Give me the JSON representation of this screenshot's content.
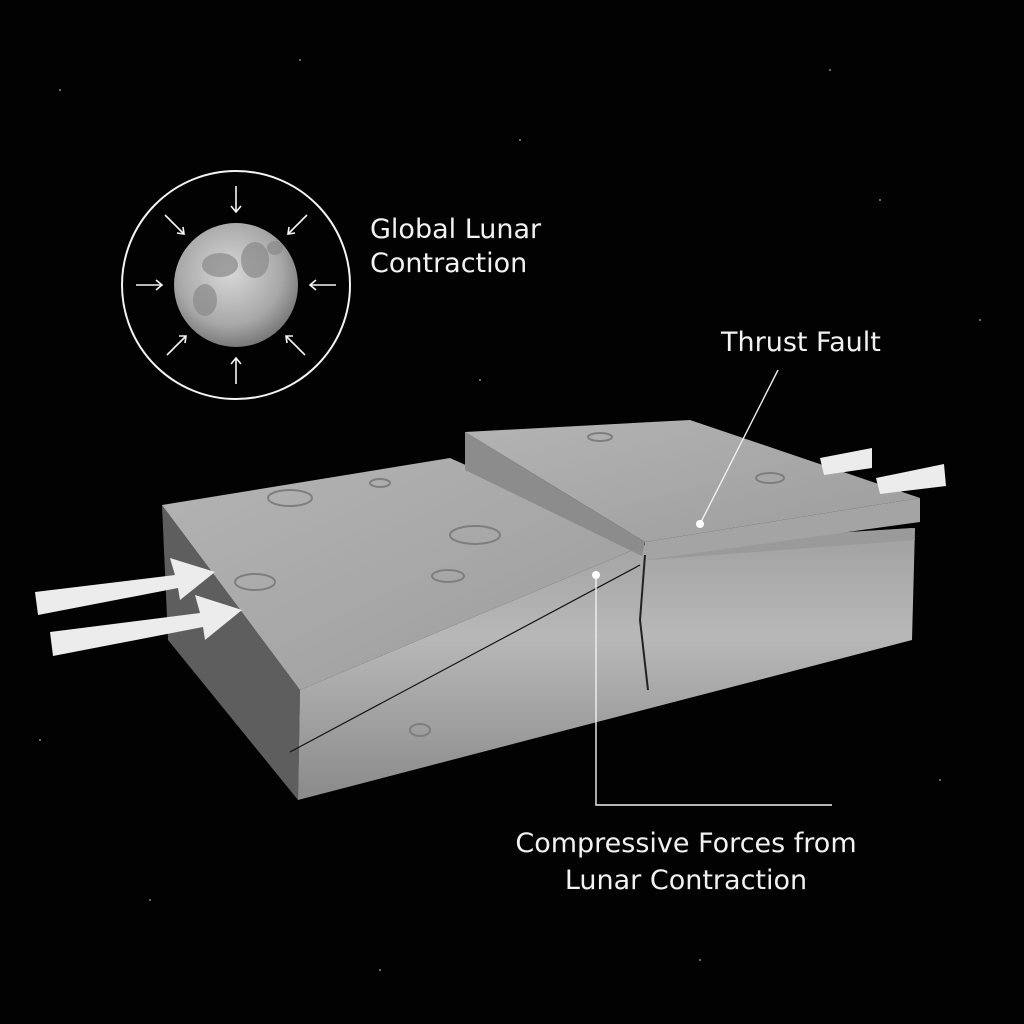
{
  "labels": {
    "global_contraction": [
      "Global Lunar",
      "Contraction"
    ],
    "thrust_fault": "Thrust Fault",
    "compressive_forces": [
      "Compressive Forces from",
      "Lunar Contraction"
    ]
  },
  "colors": {
    "background": "#020202",
    "rock_top": "#a9a9a9",
    "rock_side": "#6e6e6e",
    "arrow": "#eeeeee",
    "text": "#f2f2f2"
  },
  "icons": [
    "moon-icon",
    "inward-arrow-icon",
    "compression-arrow-icon"
  ]
}
